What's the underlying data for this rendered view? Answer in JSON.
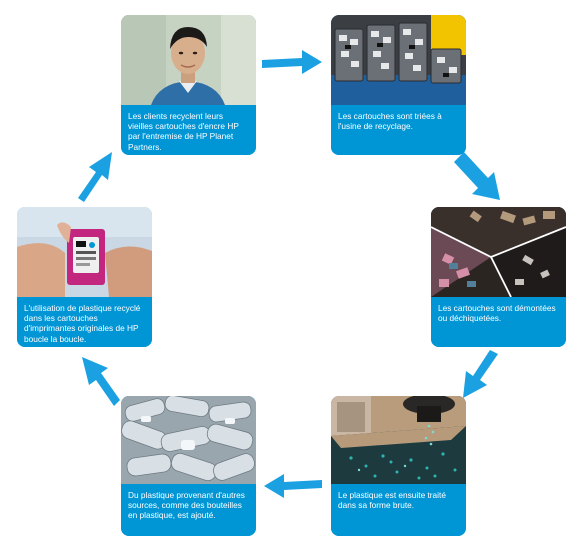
{
  "colors": {
    "accent": "#0096d6",
    "arrow": "#1ba1e2",
    "caption_text": "#ffffff"
  },
  "steps": [
    {
      "caption": "Les clients recyclent leurs vieilles cartouches d'encre HP par l'entremise de HP Planet Partners.",
      "photo": "man-portrait"
    },
    {
      "caption": "Les cartouches sont triées à l'usine de recyclage.",
      "photo": "sorting-trays"
    },
    {
      "caption": "Les cartouches sont démontées ou déchiquetées.",
      "photo": "shredded-parts"
    },
    {
      "caption": "Le plastique est ensuite traité dans sa forme brute.",
      "photo": "plastic-pellets"
    },
    {
      "caption": "Du plastique provenant d'autres sources, comme des bouteilles en plastique, est ajouté.",
      "photo": "plastic-bottles"
    },
    {
      "caption": "L'utilisation de plastique recyclé dans les cartouches d'imprimantes originales de HP boucle la boucle.",
      "photo": "hand-holding-cartridge"
    }
  ]
}
